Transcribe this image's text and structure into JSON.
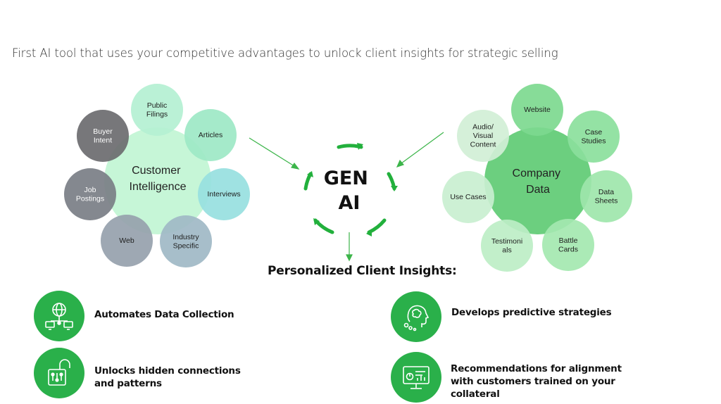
{
  "headline": "First AI tool that uses your competitive advantages to unlock client insights for strategic selling",
  "customer_cluster": {
    "center_label": [
      "Customer",
      "Intelligence"
    ],
    "nodes": [
      {
        "id": "public-filings",
        "lines": [
          "Public",
          "Filings"
        ],
        "color": "#b4f0d2"
      },
      {
        "id": "articles",
        "lines": [
          "Articles"
        ],
        "color": "#9de8c6"
      },
      {
        "id": "interviews",
        "lines": [
          "Interviews"
        ],
        "color": "#97dfe0"
      },
      {
        "id": "industry-specific",
        "lines": [
          "Industry",
          "Specific"
        ],
        "color": "#9fb9c6"
      },
      {
        "id": "web",
        "lines": [
          "Web"
        ],
        "color": "#96a1ad"
      },
      {
        "id": "job-postings",
        "lines": [
          "Job",
          "Postings"
        ],
        "color": "#7a7e86"
      },
      {
        "id": "buyer-intent",
        "lines": [
          "Buyer",
          "Intent"
        ],
        "color": "#6b6b6f"
      }
    ]
  },
  "company_cluster": {
    "center_label": [
      "Company",
      "Data"
    ],
    "nodes": [
      {
        "id": "website",
        "lines": [
          "Website"
        ],
        "color": "#7dd98f"
      },
      {
        "id": "case-studies",
        "lines": [
          "Case",
          "Studies"
        ],
        "color": "#8be09c"
      },
      {
        "id": "data-sheets",
        "lines": [
          "Data",
          "Sheets"
        ],
        "color": "#9ee6ab"
      },
      {
        "id": "battle-cards",
        "lines": [
          "Battle",
          "Cards"
        ],
        "color": "#a4e8b0"
      },
      {
        "id": "testimonials",
        "lines": [
          "Testimoni",
          "als"
        ],
        "color": "#bdeec6"
      },
      {
        "id": "use-cases",
        "lines": [
          "Use Cases"
        ],
        "color": "#c9efd0"
      },
      {
        "id": "audio-visual",
        "lines": [
          "Audio/",
          "Visual",
          "Content"
        ],
        "color": "#d1efd6"
      }
    ]
  },
  "gen_ai": {
    "lines": [
      "GEN",
      "AI"
    ]
  },
  "insights": {
    "title": "Personalized Client Insights:",
    "items": [
      {
        "id": "automates",
        "lines": [
          "Automates Data Collection"
        ],
        "icon": "network-globe-icon"
      },
      {
        "id": "unlocks",
        "lines": [
          "Unlocks hidden connections",
          "and patterns"
        ],
        "icon": "unlock-circuit-icon"
      },
      {
        "id": "predictive",
        "lines": [
          "Develops predictive strategies"
        ],
        "icon": "brain-head-icon"
      },
      {
        "id": "recommendations",
        "lines": [
          "Recommendations for alignment",
          "with customers trained on your",
          "collateral"
        ],
        "icon": "dashboard-monitor-icon"
      }
    ]
  },
  "colors": {
    "accent_green": "#2ab04a",
    "arrow_green": "#3cb54a",
    "customer_center": "#c3f5d5",
    "company_center": "#6ccf7f",
    "text_dark": "#111111"
  }
}
